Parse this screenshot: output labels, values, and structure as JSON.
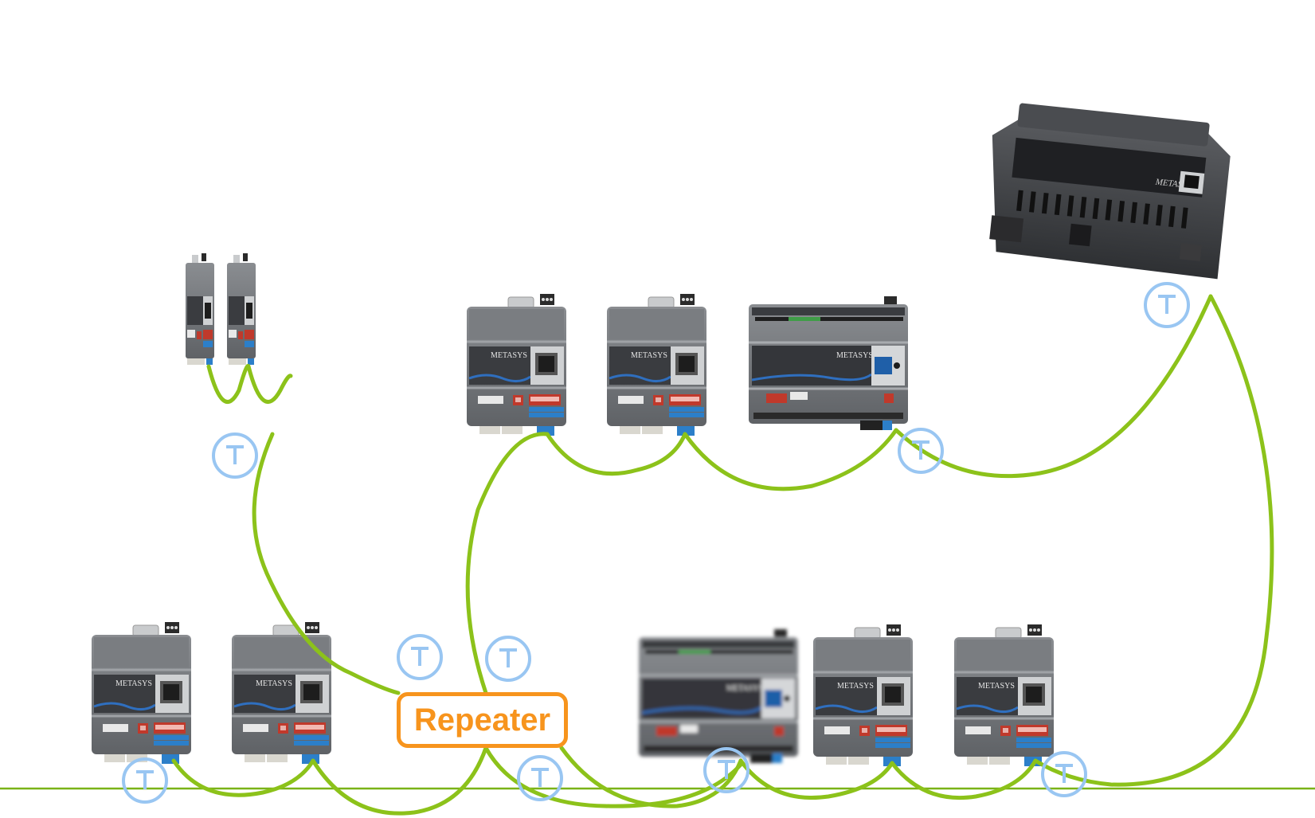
{
  "diagram": {
    "title": "",
    "colors": {
      "wire": "#8cc21a",
      "baseline": "#7ab317",
      "terminator": "#99c6f2",
      "repeater": "#f7941d",
      "device_body": "#6e7175",
      "device_dark": "#3d3f43",
      "device_light": "#a9acb0",
      "stripe_blue": "#2f6fbf",
      "switch_red": "#c0392b",
      "terminal_blue": "#2c7fc9"
    },
    "brand_label": "METASYS",
    "repeater": {
      "label": "Repeater"
    },
    "terminator_label": "T",
    "devices": [
      {
        "id": "supervisor",
        "type": "network-engine",
        "label": "METASYS"
      },
      {
        "id": "vma-a",
        "type": "slim-controller",
        "label": ""
      },
      {
        "id": "vma-b",
        "type": "slim-controller",
        "label": ""
      },
      {
        "id": "ioc-top-1",
        "type": "io-module",
        "label": "METASYS"
      },
      {
        "id": "ioc-top-2",
        "type": "io-module",
        "label": "METASYS"
      },
      {
        "id": "fec-top",
        "type": "field-controller",
        "label": "METASYS"
      },
      {
        "id": "ioc-bot-1",
        "type": "io-module",
        "label": "METASYS"
      },
      {
        "id": "ioc-bot-2",
        "type": "io-module",
        "label": "METASYS"
      },
      {
        "id": "fec-bot",
        "type": "field-controller-blurred",
        "label": "METASYS"
      },
      {
        "id": "ioc-bot-3",
        "type": "io-module",
        "label": "METASYS"
      },
      {
        "id": "ioc-bot-4",
        "type": "io-module",
        "label": "METASYS"
      }
    ],
    "terminators": [
      {
        "id": "t-supervisor"
      },
      {
        "id": "t-vma"
      },
      {
        "id": "t-fec-top"
      },
      {
        "id": "t-repeater-left"
      },
      {
        "id": "t-repeater-right"
      },
      {
        "id": "t-bottom-left"
      },
      {
        "id": "t-bottom-mid"
      },
      {
        "id": "t-fec-bot"
      },
      {
        "id": "t-bottom-right"
      }
    ]
  }
}
